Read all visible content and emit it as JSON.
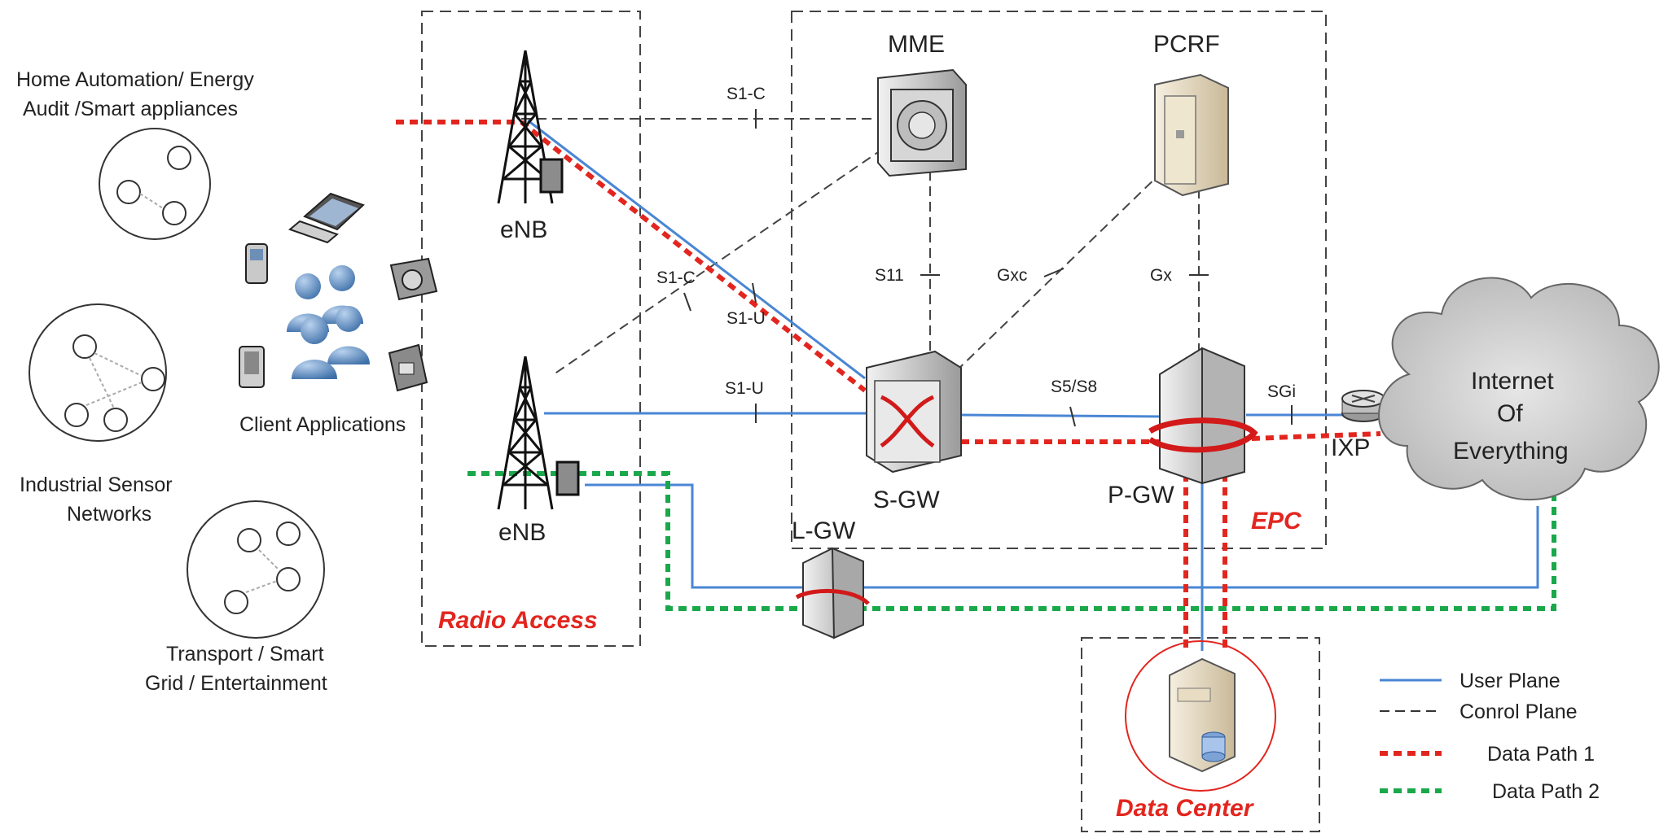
{
  "regions": {
    "radio_access": "Radio Access",
    "epc": "EPC",
    "data_center": "Data Center"
  },
  "nodes": {
    "mme": "MME",
    "pcrf": "PCRF",
    "enb_top": "eNB",
    "enb_bottom": "eNB",
    "sgw": "S-GW",
    "pgw": "P-GW",
    "lgw": "L-GW",
    "ixp": "IXP"
  },
  "cloud": {
    "line1": "Internet",
    "line2": "Of",
    "line3": "Everything"
  },
  "interfaces": {
    "s1c_top": "S1-C",
    "s1c_mid": "S1-C",
    "s1u_mid": "S1-U",
    "s1u_low": "S1-U",
    "s11": "S11",
    "gxc": "Gxc",
    "gx": "Gx",
    "s5s8": "S5/S8",
    "sgi": "SGi"
  },
  "clusters": {
    "home_line1": "Home Automation/ Energy",
    "home_line2": "Audit /Smart appliances",
    "industrial_line1": "Industrial Sensor",
    "industrial_line2": "Networks",
    "transport_line1": "Transport / Smart",
    "transport_line2": "Grid / Entertainment",
    "client_apps": "Client Applications"
  },
  "legend": [
    {
      "label": "User Plane",
      "color": "#4a86d4",
      "style": "solid"
    },
    {
      "label": "Conrol Plane",
      "color": "#333333",
      "style": "dashed"
    },
    {
      "label": "Data Path 1",
      "color": "#e2261f",
      "style": "dotted"
    },
    {
      "label": "Data Path 2",
      "color": "#1aa84a",
      "style": "dotted"
    }
  ]
}
